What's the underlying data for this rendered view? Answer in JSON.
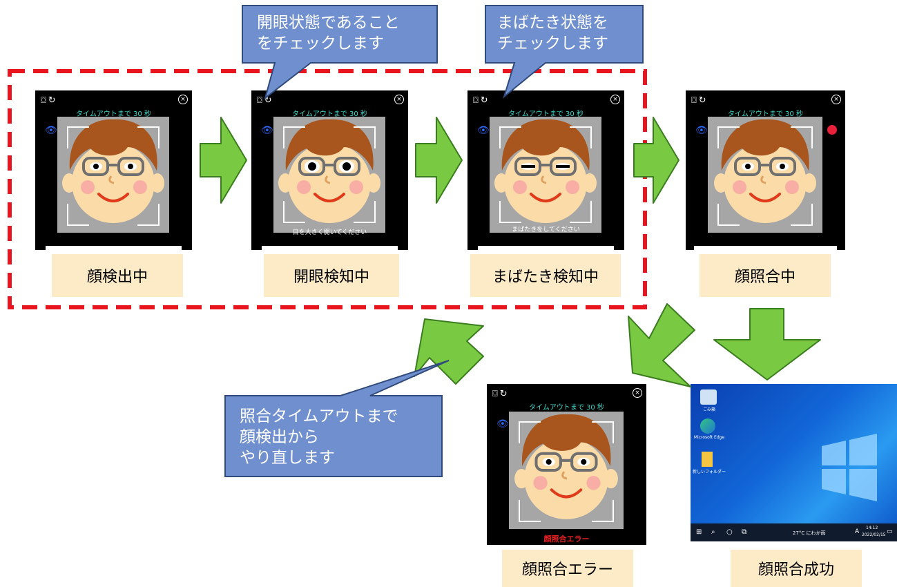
{
  "callouts": {
    "open_eye": "開眼状態であること\nをチェックします",
    "blink": "まばたき状態を\nチェックします",
    "retry": "照合タイムアウトまで\n顔検出から\nやり直します"
  },
  "panel": {
    "timeout_text": "タイムアウトまで 30 秒",
    "close_glyph": "×",
    "toolbar_glyphs": "⌼↻",
    "eye_icon_glyph": "👁"
  },
  "steps": {
    "face_detect": "顔検出中",
    "open_eye_detect": "開眼検知中",
    "blink_detect": "まばたき検知中",
    "matching": "顔照合中",
    "match_error": "顔照合エラー",
    "match_success": "顔照合成功"
  },
  "instructions": {
    "open_eyes": "目を大きく開いてください",
    "blink": "まばたきをしてください",
    "error": "顔照合エラー"
  },
  "desktop": {
    "icons": [
      "ごみ箱",
      "Microsoft Edge",
      "新しいフォルダー"
    ],
    "weather": "27°C にわか雨",
    "time": "14:12",
    "date": "2022/02/15",
    "ime": "A"
  },
  "colors": {
    "arrow_fill": "#7ac943",
    "arrow_stroke": "#3a7d1e",
    "callout_fill": "#6f8fcf",
    "callout_stroke": "#2f4a7a",
    "dashed_box": "#e8141e",
    "label_bg": "#fdebc8"
  }
}
